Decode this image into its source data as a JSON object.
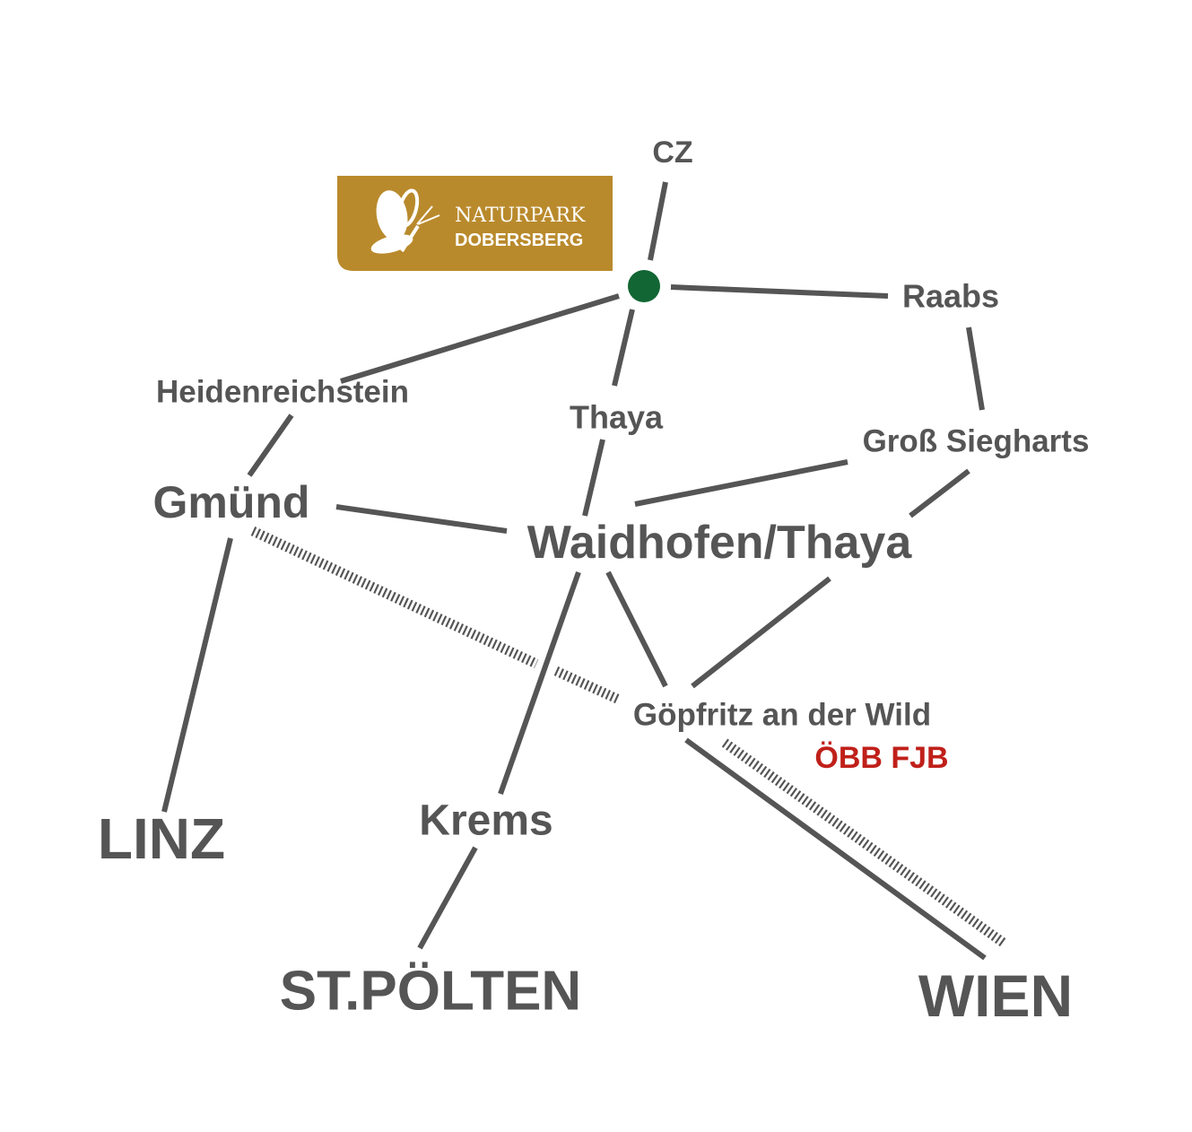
{
  "logo": {
    "line1": "NATURPARK",
    "line2": "DOBERSBERG",
    "color": "#b98a2c"
  },
  "marker": {
    "color": "#116633"
  },
  "places": {
    "cz": "CZ",
    "raabs": "Raabs",
    "heidenreichstein": "Heidenreichstein",
    "thaya": "Thaya",
    "gross_siegharts": "Groß Siegharts",
    "gmuend": "Gmünd",
    "waidhofen": "Waidhofen/Thaya",
    "goepfritz": "Göpfritz an der Wild",
    "krems": "Krems",
    "linz": "LINZ",
    "st_poelten": "ST.PÖLTEN",
    "wien": "WIEN"
  },
  "rail": {
    "label": "ÖBB FJB",
    "color": "#c0201a"
  }
}
